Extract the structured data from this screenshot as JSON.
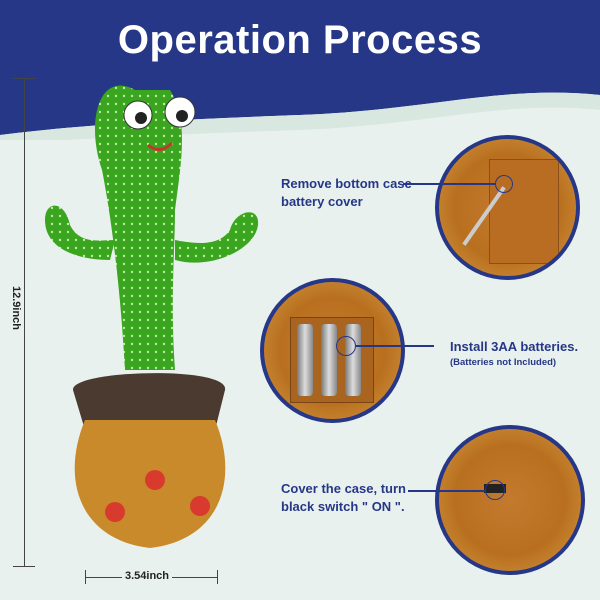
{
  "title": "Operation Process",
  "dimensions": {
    "height": "12.9inch",
    "width": "3.54inch"
  },
  "steps": [
    {
      "line1": "Remove bottom case",
      "line2": "battery cover"
    },
    {
      "line1": "Install 3AA batteries.",
      "note": "(Batteries not Included)"
    },
    {
      "line1": "Cover the case, turn",
      "line2": "black switch \" ON \"."
    }
  ],
  "colors": {
    "header": "#263787",
    "background": "#e9f1ee",
    "cactus": "#3aa51e",
    "pot": "#c98a2c"
  }
}
